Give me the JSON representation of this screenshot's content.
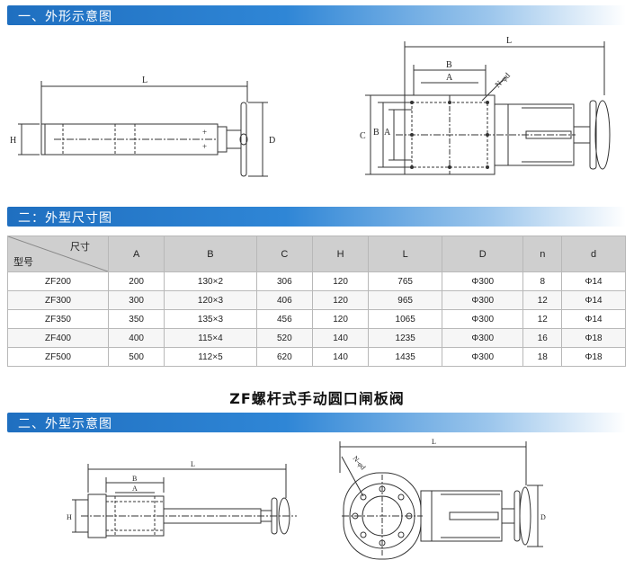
{
  "sections": {
    "s1_title": "一、外形示意图",
    "s2_title": "二：外型尺寸图",
    "s3_title": "二、外型示意图"
  },
  "product_title": "ZF螺杆式手动圆口闸板阀",
  "drawing_labels": {
    "L": "L",
    "H": "H",
    "D": "D",
    "A": "A",
    "B": "B",
    "C": "C",
    "Nd": "N-φd"
  },
  "table": {
    "corner_top": "尺寸",
    "corner_bottom": "型号",
    "headers": [
      "A",
      "B",
      "C",
      "H",
      "L",
      "D",
      "n",
      "d"
    ],
    "rows": [
      [
        "ZF200",
        "200",
        "130×2",
        "306",
        "120",
        "765",
        "Φ300",
        "8",
        "Φ14"
      ],
      [
        "ZF300",
        "300",
        "120×3",
        "406",
        "120",
        "965",
        "Φ300",
        "12",
        "Φ14"
      ],
      [
        "ZF350",
        "350",
        "135×3",
        "456",
        "120",
        "1065",
        "Φ300",
        "12",
        "Φ14"
      ],
      [
        "ZF400",
        "400",
        "115×4",
        "520",
        "140",
        "1235",
        "Φ300",
        "16",
        "Φ18"
      ],
      [
        "ZF500",
        "500",
        "112×5",
        "620",
        "140",
        "1435",
        "Φ300",
        "18",
        "Φ18"
      ]
    ]
  }
}
